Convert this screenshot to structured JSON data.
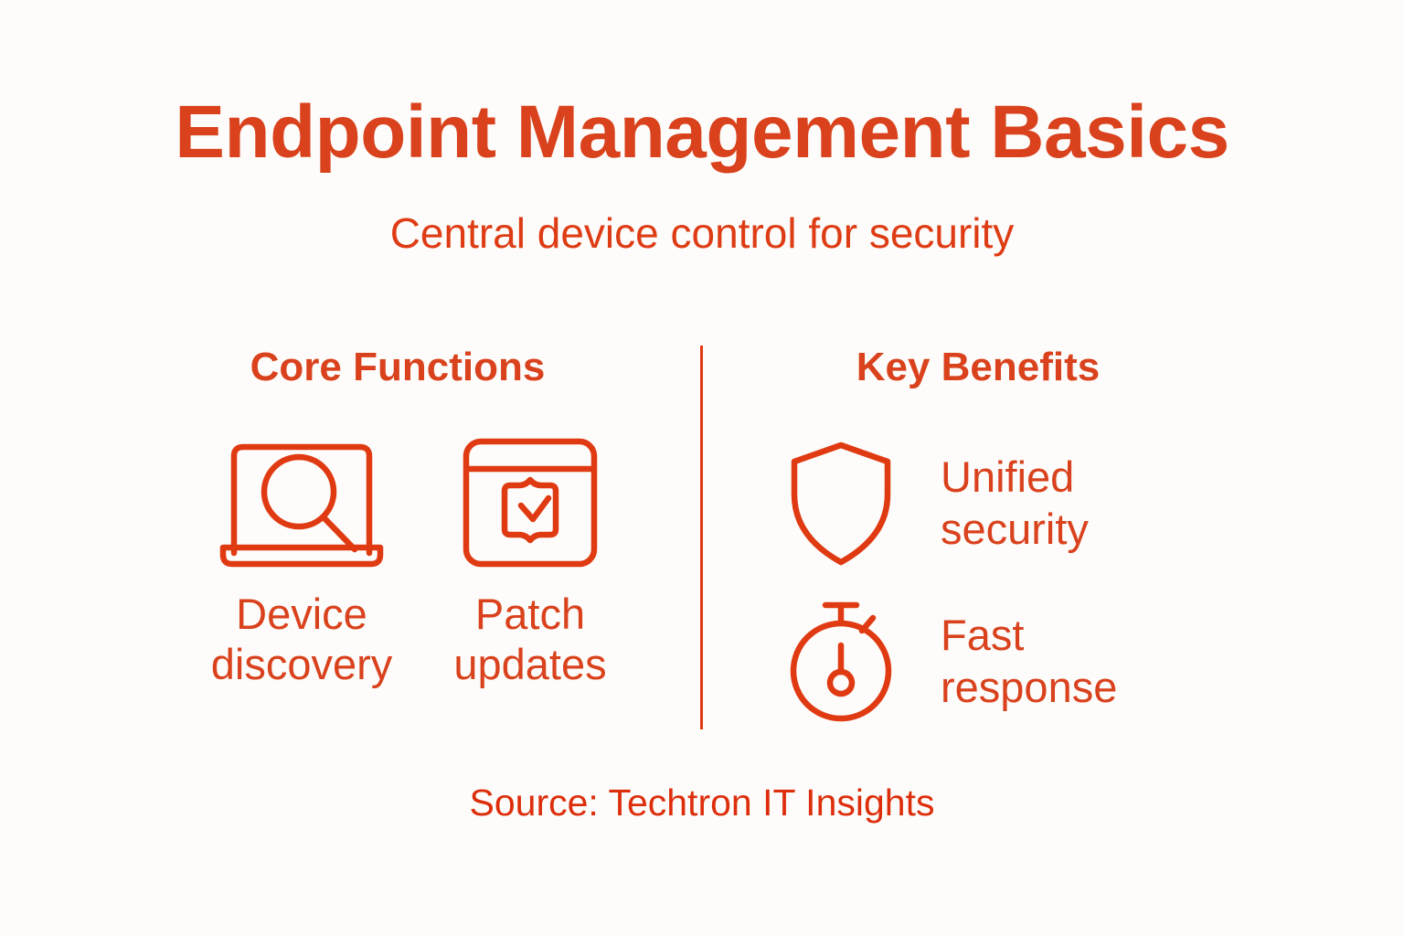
{
  "header": {
    "title": "Endpoint Management Basics",
    "subtitle": "Central device control for security"
  },
  "columns": {
    "left": {
      "heading": "Core Functions",
      "items": [
        {
          "icon": "laptop-search-icon",
          "label": "Device\ndiscovery",
          "label_line1": "Device",
          "label_line2": "discovery"
        },
        {
          "icon": "window-patch-shield-check-icon",
          "label": "Patch\nupdates",
          "label_line1": "Patch",
          "label_line2": "updates"
        }
      ]
    },
    "right": {
      "heading": "Key Benefits",
      "items": [
        {
          "icon": "shield-icon",
          "label": "Unified\nsecurity",
          "label_line1": "Unified",
          "label_line2": "security"
        },
        {
          "icon": "stopwatch-icon",
          "label": "Fast\nresponse",
          "label_line1": "Fast",
          "label_line2": "response"
        }
      ]
    }
  },
  "footer": {
    "source": "Source: Techtron IT Insights"
  },
  "colors": {
    "background": "#fdfcfa",
    "title": "#d9421d",
    "subtitle": "#de3c14",
    "heading": "#d9421d",
    "label": "#d9421d",
    "icon_stroke": "#e03a12",
    "divider": "#e03a12",
    "source": "#dd2e0c"
  }
}
